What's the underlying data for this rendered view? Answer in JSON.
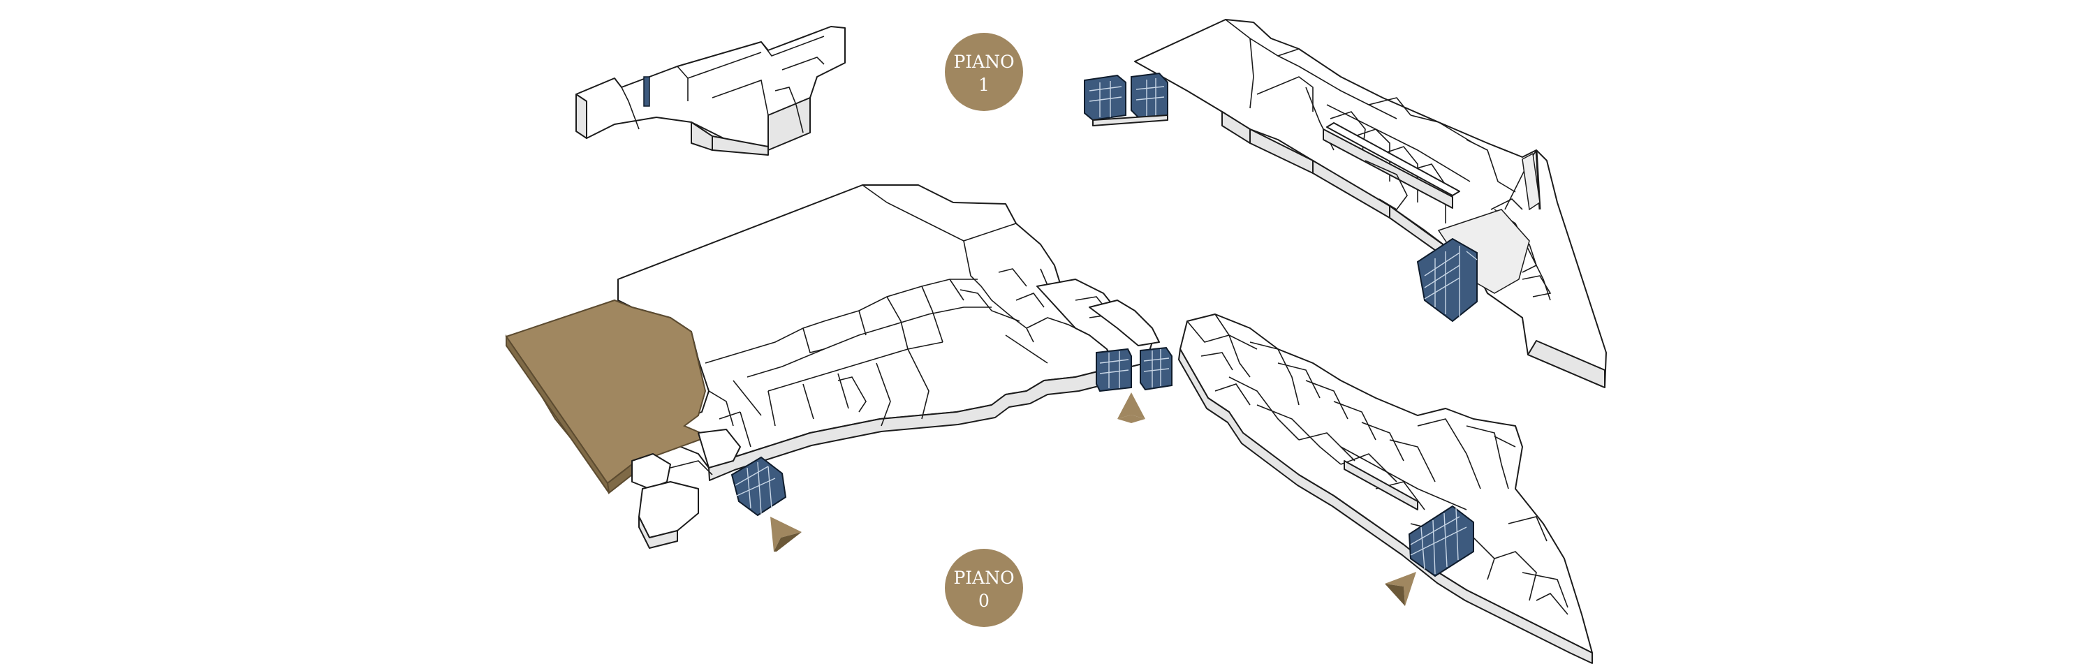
{
  "floors": [
    {
      "id": "piano-1",
      "label_line1": "PIANO",
      "label_line2": "1"
    },
    {
      "id": "piano-0",
      "label_line1": "PIANO",
      "label_line2": "0"
    }
  ],
  "colors": {
    "badge": "#a08760",
    "anchor_store": "#a08760",
    "glass_elevator": "#3d5a7e",
    "entrance_arrow": "#a08760",
    "building": "#ffffff",
    "outline": "#1c1c1c"
  },
  "icons": {
    "entrance": "entrance-arrow-icon",
    "elevator": "glass-elevator-icon"
  }
}
